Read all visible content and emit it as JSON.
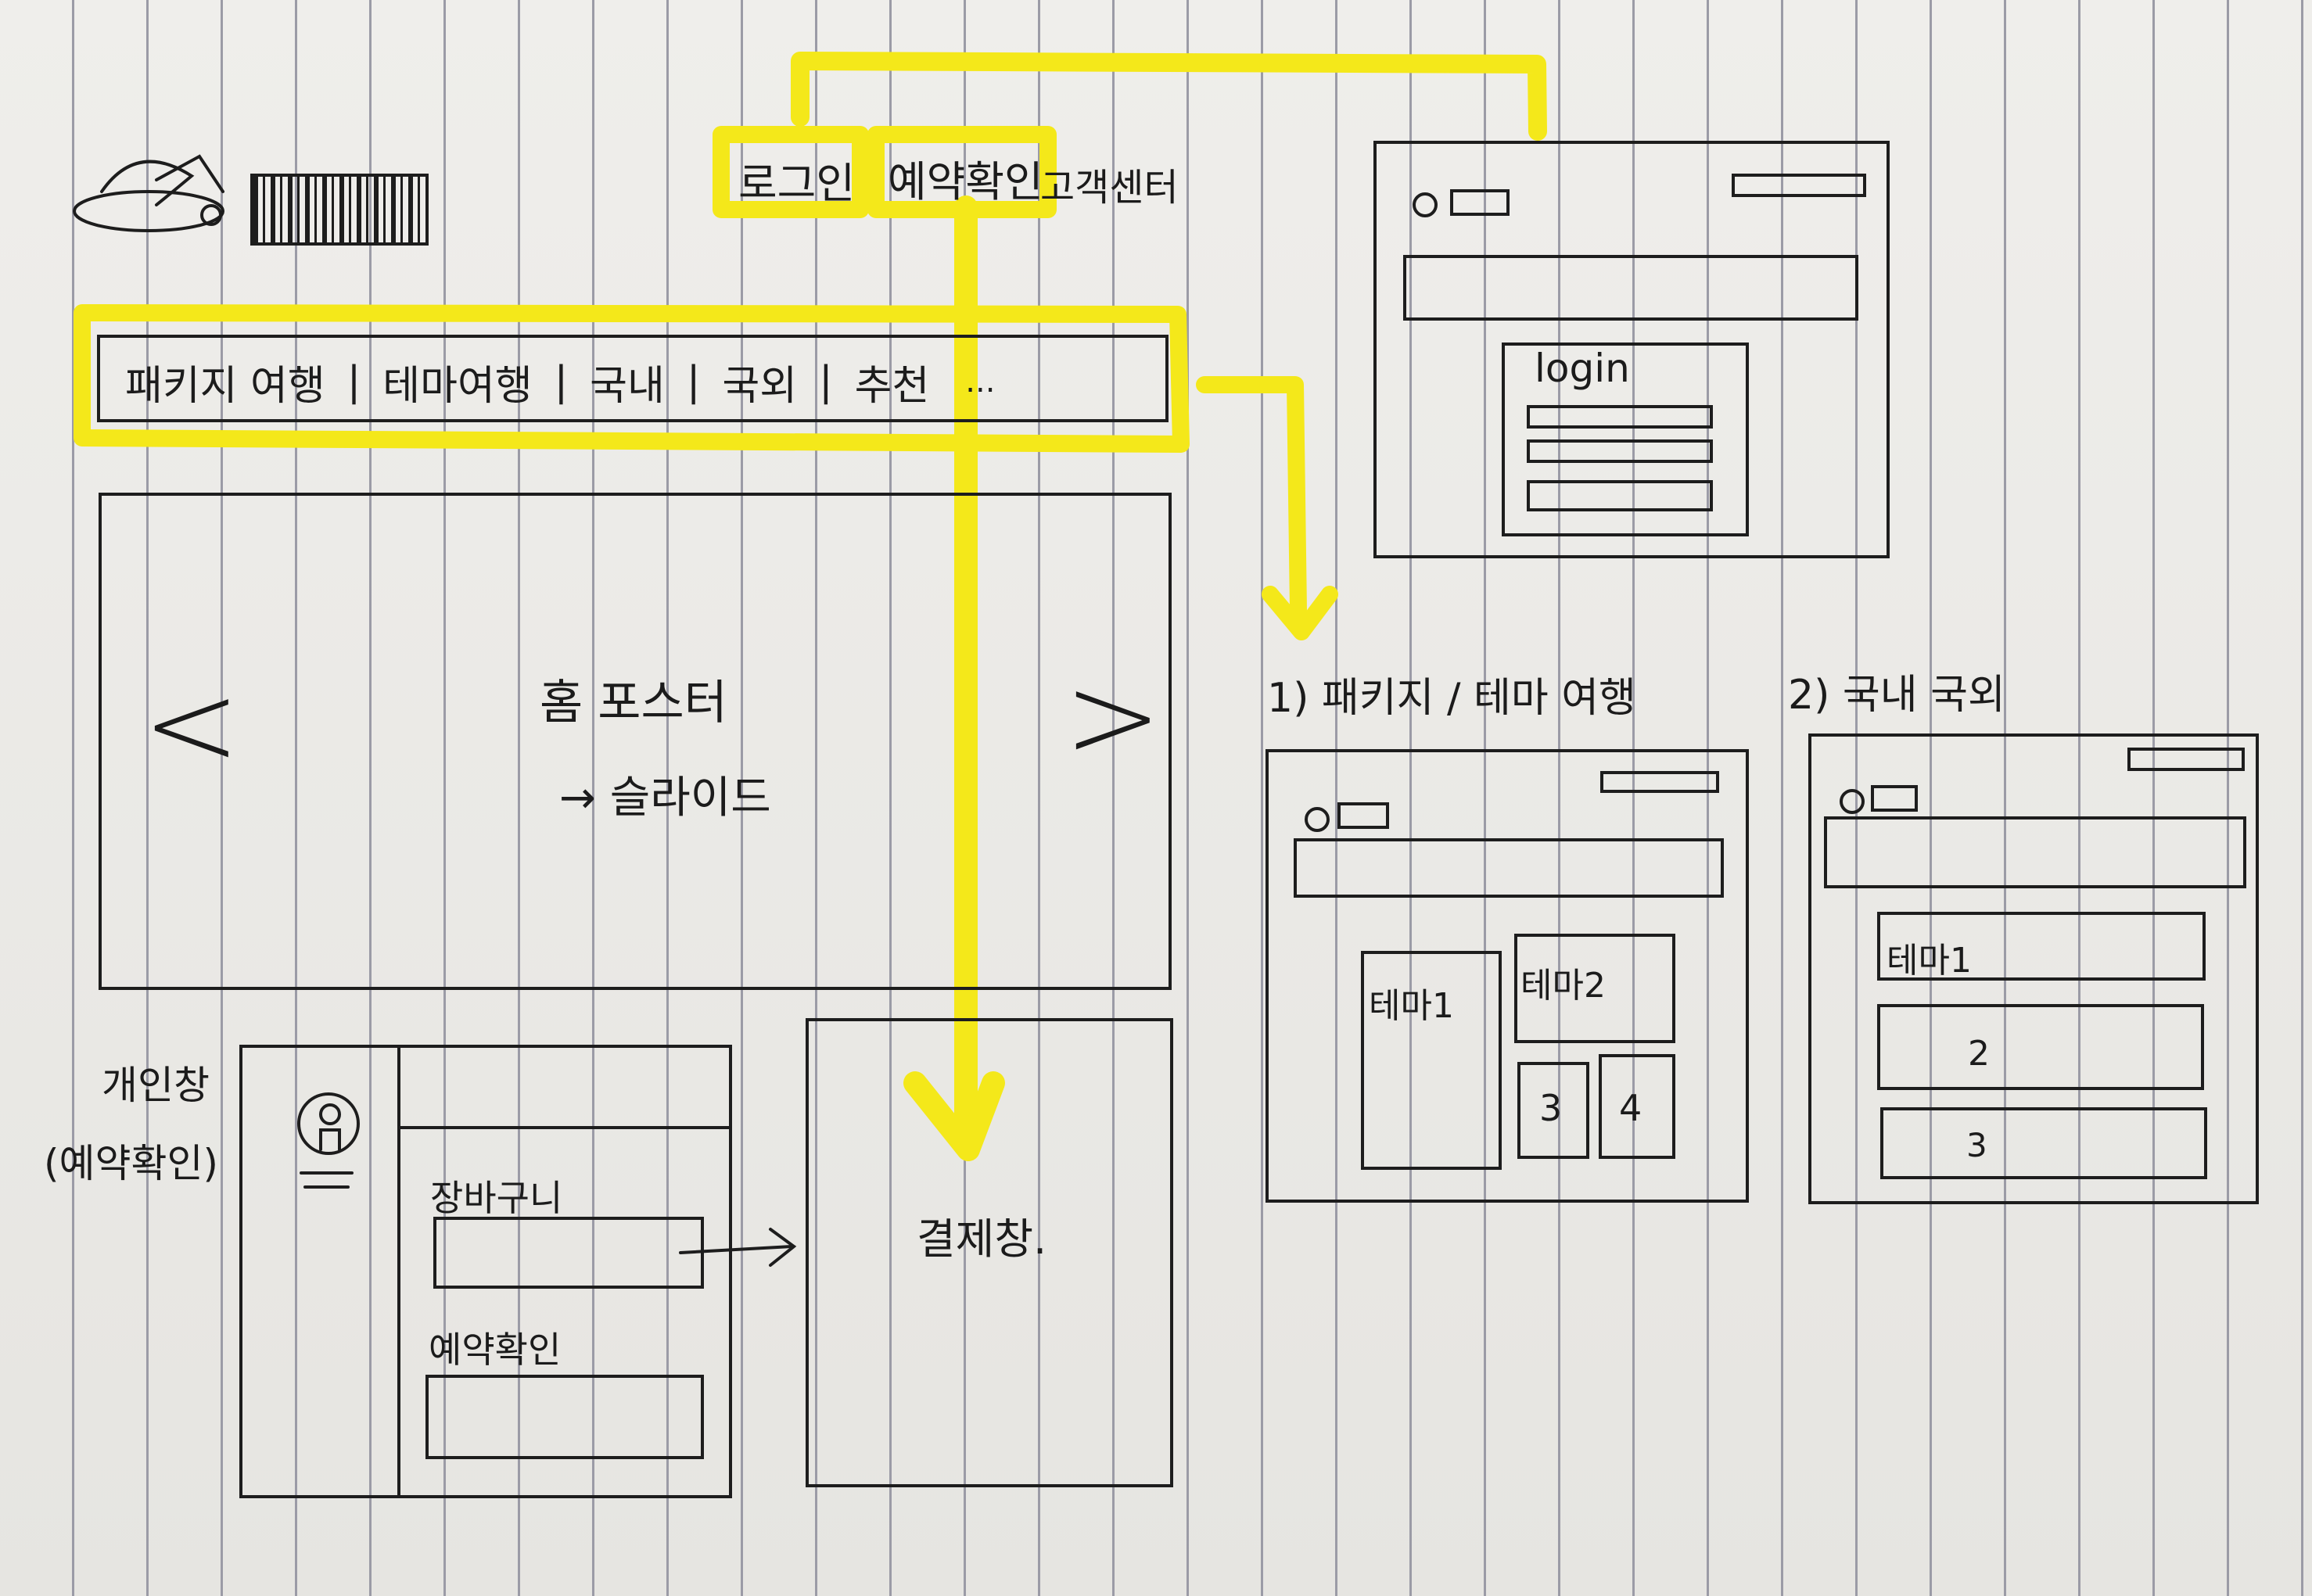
{
  "header": {
    "login": "로그인",
    "reservation_check": "예약확인",
    "customer_center": "고객센터"
  },
  "nav": {
    "items": [
      "패키지 여행",
      "테마여행",
      "국내",
      "국외",
      "추천"
    ],
    "more": "..."
  },
  "hero": {
    "label": "홈 포스터",
    "sub": "→ 슬라이드",
    "prev": "<",
    "next": ">"
  },
  "personal": {
    "label": "개인창",
    "label_sub": "(예약확인)",
    "cart": "장바구니",
    "reservation": "예약확인"
  },
  "payment": {
    "label": "결제창."
  },
  "login_page": {
    "login": "login"
  },
  "package_page": {
    "title": "1) 패키지 / 테마 여행",
    "tile1": "테마1",
    "tile2": "테마2",
    "tile3": "3",
    "tile4": "4"
  },
  "domestic_page": {
    "title": "2) 국내 국외",
    "row1": "테마1",
    "row2": "2",
    "row3": "3"
  },
  "colors": {
    "highlighter": "#f4e81a",
    "ink": "#1d1d1d",
    "paper": "#ecebe7"
  }
}
